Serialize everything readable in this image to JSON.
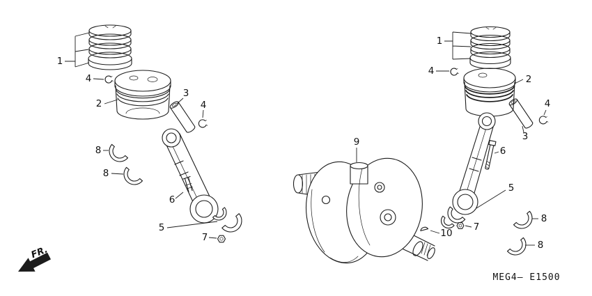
{
  "page": {
    "bg_color": "#ffffff",
    "ink_color": "#1c1c1c"
  },
  "footer": {
    "front_label": "FR.",
    "diagram_code": "MEG4— E1500"
  },
  "callouts": {
    "left_rings": "1",
    "left_ring_clip": "4",
    "left_piston": "2",
    "left_piston_pin": "3",
    "left_pin_clip": "4",
    "left_bearing_upper": "8",
    "left_bearing_lower": "8",
    "left_rod_bolt": "6",
    "left_rod": "5",
    "left_rod_nut": "7",
    "crankshaft": "9",
    "right_rings": "1",
    "right_ring_clip": "4",
    "right_piston": "2",
    "right_pin_clip": "4",
    "right_piston_pin": "3",
    "right_rod_bolt": "6",
    "right_rod": "5",
    "right_rod_nut": "7",
    "woodruff_key": "10",
    "right_bearing_upper": "8",
    "right_bearing_lower": "8"
  }
}
